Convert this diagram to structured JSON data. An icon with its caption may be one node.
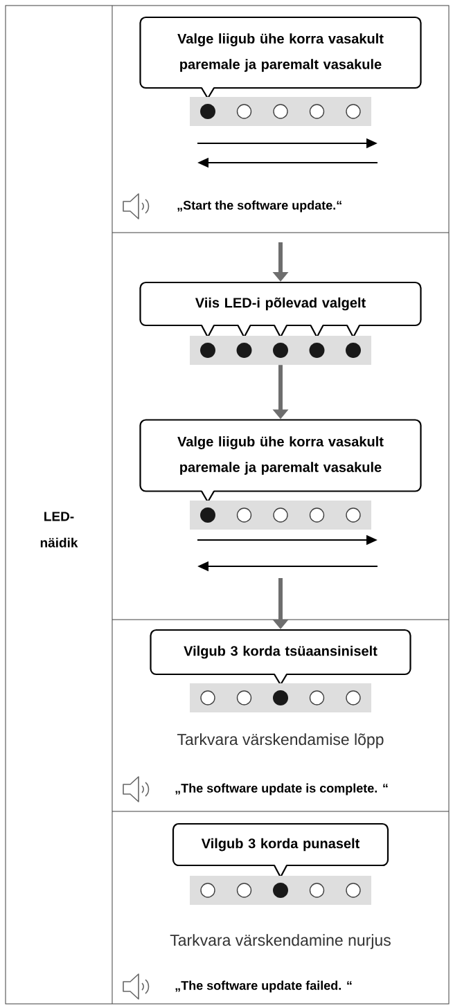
{
  "diagram": {
    "nodes": [
      {
        "text": [
          "Valge liigub ühe korra vasakult paremale ja paremalt vasakule"
        ]
      },
      {
        "text": [],
        "shape": "bar"
      },
      {
        "text": [
          "Viis LED-i põlevad valgelt"
        ]
      },
      {
        "text": [],
        "shape": "bar"
      },
      {
        "text": [
          "Valge liigub ühe korra vasakult paremale ja paremalt vasakule"
        ]
      },
      {
        "text": [],
        "shape": "bar"
      },
      {
        "text": [
          "Vilgub 3 korda tsüaansiniselt"
        ]
      },
      {
        "text": [],
        "shape": "bar"
      },
      {
        "text": [
          "Vilgub 3 korda punaselt"
        ]
      },
      {
        "text": [],
        "shape": "bar"
      }
    ],
    "edges": [
      {
        "from": null,
        "to": 2,
        "arrow": "to"
      },
      {
        "from": 3,
        "to": 4,
        "arrow": "to"
      },
      {
        "from": null,
        "to": 6,
        "arrow": "to"
      }
    ],
    "labels": [
      "LED-näidik",
      "„Start the software update.“",
      "Tarkvara värskendamise lõpp",
      "„The software update is complete. “",
      "Tarkvara värskendamine nurjus",
      "„The software update failed. “"
    ]
  }
}
